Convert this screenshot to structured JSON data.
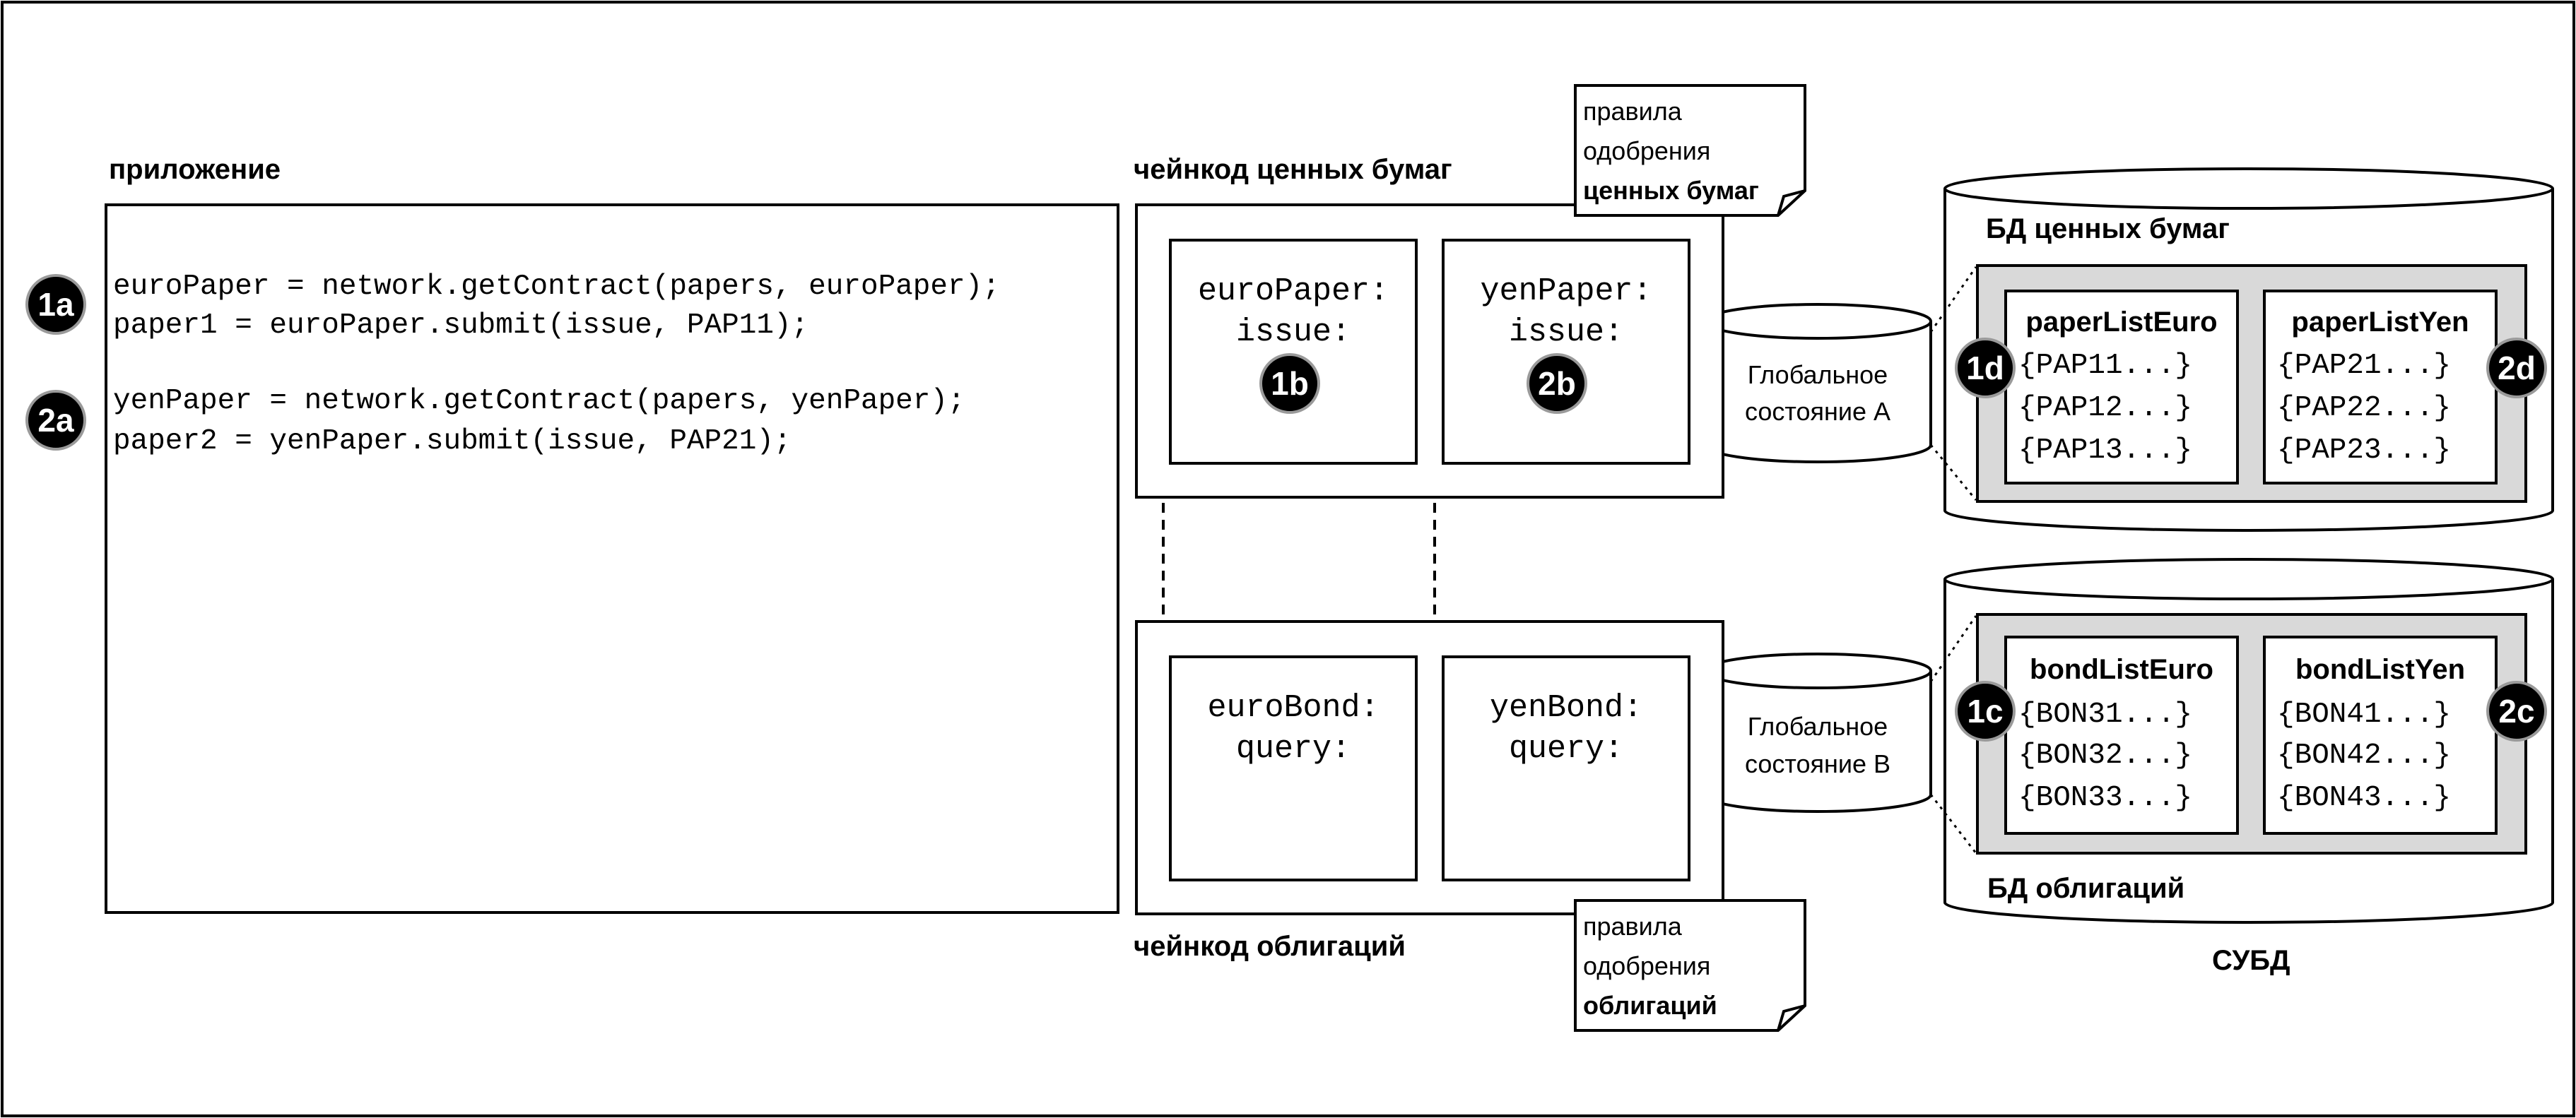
{
  "app": {
    "label": "приложение",
    "lines": [
      "euroPaper = network.getContract(papers, euroPaper);",
      "paper1 = euroPaper.submit(issue, PAP11);",
      "yenPaper = network.getContract(papers, yenPaper);",
      "paper2 = yenPaper.submit(issue, PAP21);"
    ]
  },
  "papers_cc": {
    "label": "чейнкод ценных бумаг",
    "contracts": [
      {
        "line1": "euroPaper:",
        "line2": "issue:"
      },
      {
        "line1": "yenPaper:",
        "line2": "issue:"
      }
    ],
    "note": {
      "line1": "правила",
      "line2": "одобрения",
      "line3": "ценных бумаг"
    }
  },
  "bonds_cc": {
    "label": "чейнкод облигаций",
    "contracts": [
      {
        "line1": "euroBond:",
        "line2": "query:"
      },
      {
        "line1": "yenBond:",
        "line2": "query:"
      }
    ],
    "note": {
      "line1": "правила",
      "line2": "одобрения",
      "line3": "облигаций"
    }
  },
  "world_state": {
    "a": {
      "line1": "Глобальное",
      "line2": "состояние А"
    },
    "b": {
      "line1": "Глобальное",
      "line2": "состояние В"
    }
  },
  "papers_db": {
    "label": "БД ценных бумаг",
    "lists": [
      {
        "title": "paperListEuro",
        "items": [
          "{PAP11...}",
          "{PAP12...}",
          "{PAP13...}"
        ]
      },
      {
        "title": "paperListYen",
        "items": [
          "{PAP21...}",
          "{PAP22...}",
          "{PAP23...}"
        ]
      }
    ]
  },
  "bonds_db": {
    "label": "БД облигаций",
    "lists": [
      {
        "title": "bondListEuro",
        "items": [
          "{BON31...}",
          "{BON32...}",
          "{BON33...}"
        ]
      },
      {
        "title": "bondListYen",
        "items": [
          "{BON41...}",
          "{BON42...}",
          "{BON43...}"
        ]
      }
    ]
  },
  "dbms_label": "СУБД",
  "markers": {
    "m1a": "1a",
    "m2a": "2a",
    "m1b": "1b",
    "m2b": "2b",
    "m1c": "1c",
    "m2c": "2c",
    "m1d": "1d",
    "m2d": "2d"
  }
}
